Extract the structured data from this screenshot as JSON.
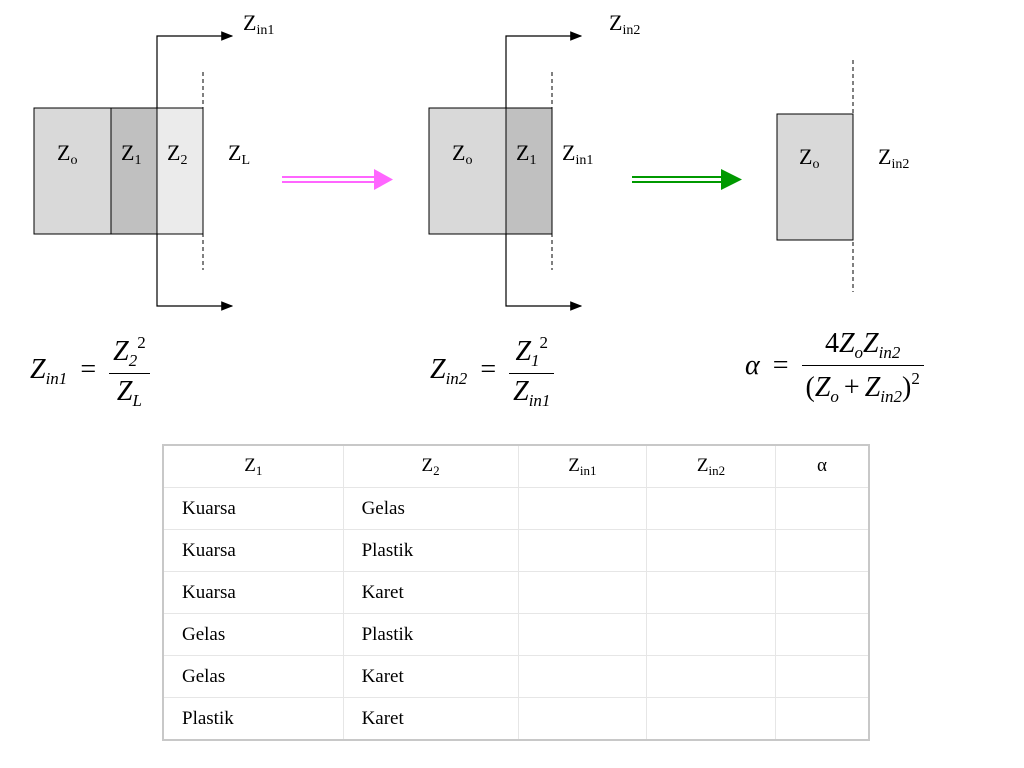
{
  "diagram1": {
    "layers": [
      "Z",
      "Z",
      "Z"
    ],
    "layer_subs": [
      "o",
      "1",
      "2"
    ],
    "load": "Z",
    "load_sub": "L",
    "top_label": "Z",
    "top_sub": "in1"
  },
  "diagram2": {
    "layers": [
      "Z",
      "Z"
    ],
    "layer_subs": [
      "o",
      "1"
    ],
    "load": "Z",
    "load_sub": "in1",
    "top_label": "Z",
    "top_sub": "in2"
  },
  "diagram3": {
    "layer": "Z",
    "layer_sub": "o",
    "load": "Z",
    "load_sub": "in2"
  },
  "colors": {
    "arrow1": "#ff66ff",
    "arrow2": "#009900",
    "layer_o": "#d9d9d9",
    "layer_1": "#c0c0c0",
    "layer_2": "#ebebeb"
  },
  "formulas": {
    "f1": {
      "lhs": "Z",
      "lhs_sub": "in1",
      "eq": "=",
      "num": "Z",
      "num_sub": "2",
      "num_sup": "2",
      "den": "Z",
      "den_sub": "L"
    },
    "f2": {
      "lhs": "Z",
      "lhs_sub": "in2",
      "eq": "=",
      "num": "Z",
      "num_sub": "1",
      "num_sup": "2",
      "den": "Z",
      "den_sub": "in1"
    },
    "f3": {
      "lhs": "α",
      "eq": "=",
      "num_coef": "4",
      "num_z1": "Z",
      "num_z1_sub": "o",
      "num_z2": "Z",
      "num_z2_sub": "in2",
      "den_open": "(",
      "den_z1": "Z",
      "den_z1_sub": "o",
      "den_plus": "+",
      "den_z2": "Z",
      "den_z2_sub": "in2",
      "den_close": ")",
      "den_sup": "2"
    }
  },
  "table": {
    "headers": [
      {
        "main": "Z",
        "sub": "1"
      },
      {
        "main": "Z",
        "sub": "2"
      },
      {
        "main": "Z",
        "sub": "in1"
      },
      {
        "main": "Z",
        "sub": "in2"
      },
      {
        "main": "α",
        "sub": ""
      }
    ],
    "rows": [
      [
        "Kuarsa",
        "Gelas",
        "",
        "",
        ""
      ],
      [
        "Kuarsa",
        "Plastik",
        "",
        "",
        ""
      ],
      [
        "Kuarsa",
        "Karet",
        "",
        "",
        ""
      ],
      [
        "Gelas",
        "Plastik",
        "",
        "",
        ""
      ],
      [
        "Gelas",
        "Karet",
        "",
        "",
        ""
      ],
      [
        "Plastik",
        "Karet",
        "",
        "",
        ""
      ]
    ]
  }
}
